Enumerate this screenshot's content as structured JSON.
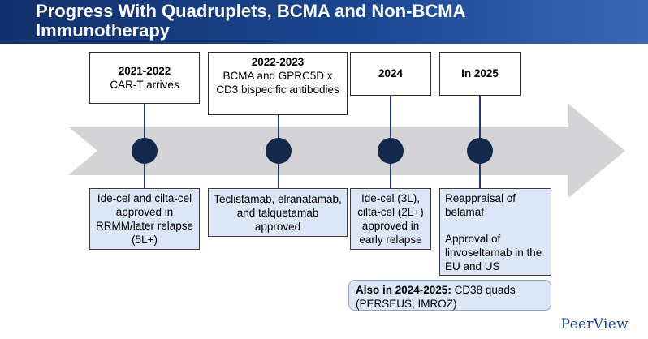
{
  "header": {
    "title": "Progress With Quadruplets, BCMA and Non-BCMA Immunotherapy"
  },
  "timeline": {
    "milestones": [
      {
        "year": "2021-2022",
        "label": "CAR-T arrives",
        "detail": "Ide-cel and cilta-cel approved in RRMM/later relapse (5L+)"
      },
      {
        "year": "2022-2023",
        "label": "BCMA and GPRC5D x CD3 bispecific antibodies",
        "detail": "Teclistamab, elranatamab, and talquetamab approved"
      },
      {
        "year": "2024",
        "label": "",
        "detail": "Ide-cel (3L), cilta-cel (2L+) approved in early relapse"
      },
      {
        "year": "In 2025",
        "label": "",
        "detail": "Reappraisal of belamaf",
        "detail2": "Approval of linvoseltamab in the EU and US"
      }
    ]
  },
  "also": {
    "label": "Also in 2024-2025:",
    "text": " CD38 quads (PERSEUS, IMROZ)"
  },
  "logo": {
    "text": "PeerView"
  },
  "colors": {
    "header": "#1a4691",
    "arrow": "#d4d4d6",
    "node": "#14284c",
    "detail_box": "#dbe7f7"
  }
}
